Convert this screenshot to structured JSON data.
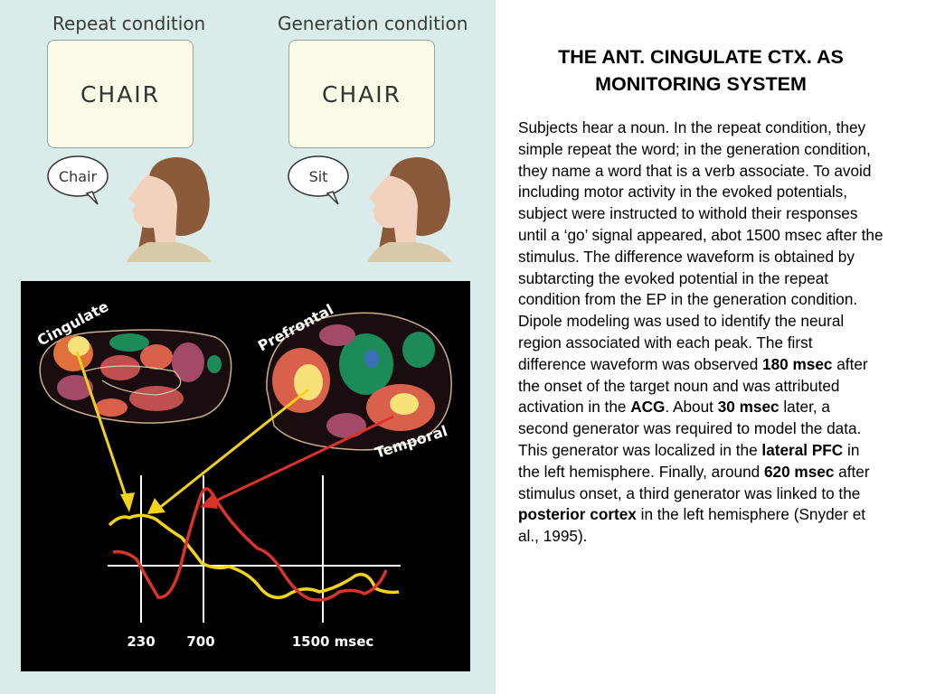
{
  "slide": {
    "title": "THE ANT. CINGULATE CTX. AS MONITORING SYSTEM",
    "body": [
      {
        "text": "Subjects hear a noun. In the repeat condition, they simple repeat the word; in the generation condition, they name a word that is a verb associate. To avoid including motor activity in the evoked potentials, subject were instructed to withold their responses until a ‘go’ signal appeared, abot 1500 msec after the stimulus. The difference waveform is obtained by subtarcting the evoked potential in the repeat condition from the EP in the generation condition. Dipole modeling was used to identify the neural region associated with each peak. The first difference waveform was observed ",
        "bold": false
      },
      {
        "text": "180 msec",
        "bold": true
      },
      {
        "text": " after the onset of the target noun and was attributed activation in the ",
        "bold": false
      },
      {
        "text": "ACG",
        "bold": true
      },
      {
        "text": ". About ",
        "bold": false
      },
      {
        "text": "30 msec",
        "bold": true
      },
      {
        "text": " later, a second generator was required to model the data. This generator was localized in the ",
        "bold": false
      },
      {
        "text": "lateral PFC",
        "bold": true
      },
      {
        "text": " in the left hemisphere. Finally, around ",
        "bold": false
      },
      {
        "text": "620 msec",
        "bold": true
      },
      {
        "text": " after stimulus onset, a third generator was linked to the ",
        "bold": false
      },
      {
        "text": "posterior cortex",
        "bold": true
      },
      {
        "text": " in the left hemisphere (Snyder et al., 1995).",
        "bold": false
      }
    ]
  },
  "figure": {
    "repeat": {
      "title": "Repeat condition",
      "card_word": "CHAIR",
      "speech": "Chair"
    },
    "generation": {
      "title": "Generation condition",
      "card_word": "CHAIR",
      "speech": "Sit"
    },
    "brain_labels": {
      "cingulate": "Cingulate",
      "prefrontal": "Prefrontal",
      "temporal": "Temporal"
    },
    "time_axis": {
      "labels": [
        "230",
        "700",
        "1500 msec"
      ]
    },
    "colors": {
      "background": "#d9ecea",
      "yellow_trace": "#f2d21b",
      "red_trace": "#d9332a",
      "activation_hot": "#f7e27a",
      "activation_mid": "#d9604a",
      "activation_low": "#a34a68",
      "deactivation": "#1d8a5a"
    }
  }
}
